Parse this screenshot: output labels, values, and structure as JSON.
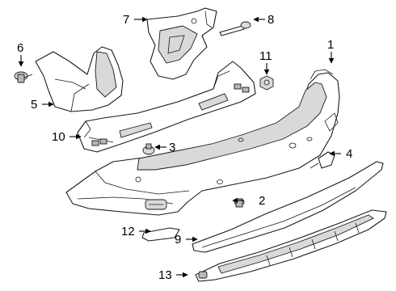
{
  "diagram": {
    "callouts": [
      {
        "id": "1",
        "label": "1"
      },
      {
        "id": "2",
        "label": "2"
      },
      {
        "id": "3",
        "label": "3"
      },
      {
        "id": "4",
        "label": "4"
      },
      {
        "id": "5",
        "label": "5"
      },
      {
        "id": "6",
        "label": "6"
      },
      {
        "id": "7",
        "label": "7"
      },
      {
        "id": "8",
        "label": "8"
      },
      {
        "id": "9",
        "label": "9"
      },
      {
        "id": "10",
        "label": "10"
      },
      {
        "id": "11",
        "label": "11"
      },
      {
        "id": "12",
        "label": "12"
      },
      {
        "id": "13",
        "label": "13"
      }
    ],
    "colors": {
      "line": "#1a1a1a",
      "fill": "#ffffff",
      "shade": "#d9d9d9",
      "text": "#000000"
    }
  }
}
